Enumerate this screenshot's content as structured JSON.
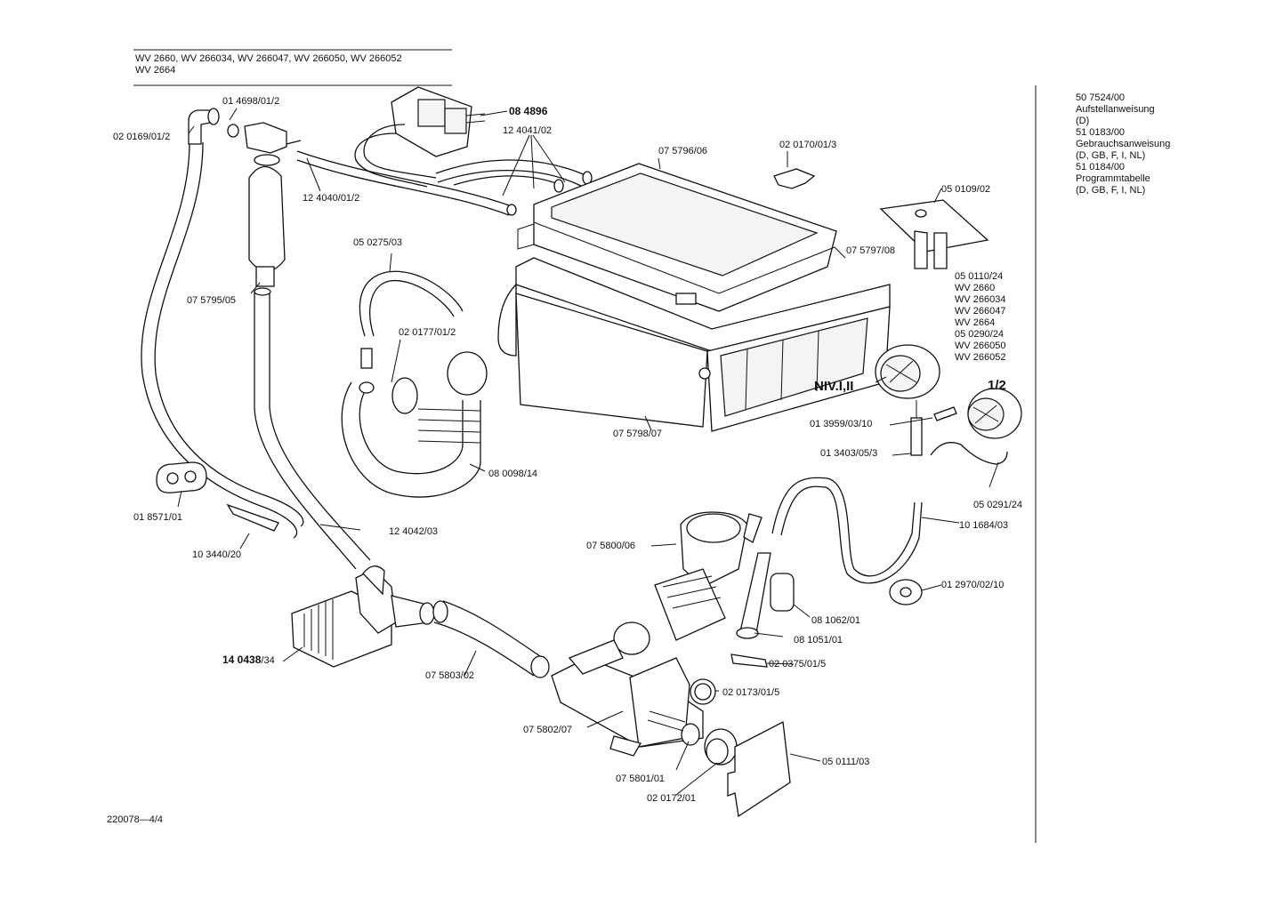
{
  "header": {
    "models_line1": "WV 2660, WV 266034, WV 266047, WV 266050, WV 266052",
    "models_line2": "WV 2664"
  },
  "docs": [
    "50 7524/00",
    "Aufstellanweisung",
    "(D)",
    "51 0183/00",
    "Gebrauchsanweisung",
    "(D, GB, F, I, NL)",
    "51 0184/00",
    "Programmtabelle",
    "(D, GB, F, I, NL)"
  ],
  "switch_models": [
    "05 0110/24",
    "WV 2660",
    "WV 266034",
    "WV 266047",
    "WV 2664",
    "05 0290/24",
    "WV 266050",
    "WV 266052"
  ],
  "parts": {
    "p01": "01 4698/01/2",
    "p02": "02 0169/01/2",
    "p03": "08 4896",
    "p04": "12 4041/02",
    "p05": "12 4040/01/2",
    "p06": "07 5796/06",
    "p07": "02 0170/01/3",
    "p08": "05 0109/02",
    "p09": "05 0275/03",
    "p10": "07 5797/08",
    "p11": "07 5795/05",
    "p12": "02 0177/01/2",
    "p13": "NIV.I,II",
    "p14": "1/2",
    "p15": "01 3959/03/10",
    "p16": "07 5798/07",
    "p17": "01 3403/05/3",
    "p18": "08 0098/14",
    "p19": "05 0291/24",
    "p20": "01 8571/01",
    "p21": "12 4042/03",
    "p22": "10 1684/03",
    "p23": "10 3440/20",
    "p24": "07 5800/06",
    "p25": "01 2970/02/10",
    "p26": "08 1062/01",
    "p27": "08 1051/01",
    "p28_bold": "14 0438",
    "p28_suffix": "/34",
    "p29": "02 0375/01/5",
    "p30": "07 5803/02",
    "p31": "02 0173/01/5",
    "p32": "07 5802/07",
    "p33": "05 0111/03",
    "p34": "07 5801/01",
    "p35": "02 0172/01"
  },
  "footer": {
    "doc_id": "220078—4/4"
  }
}
